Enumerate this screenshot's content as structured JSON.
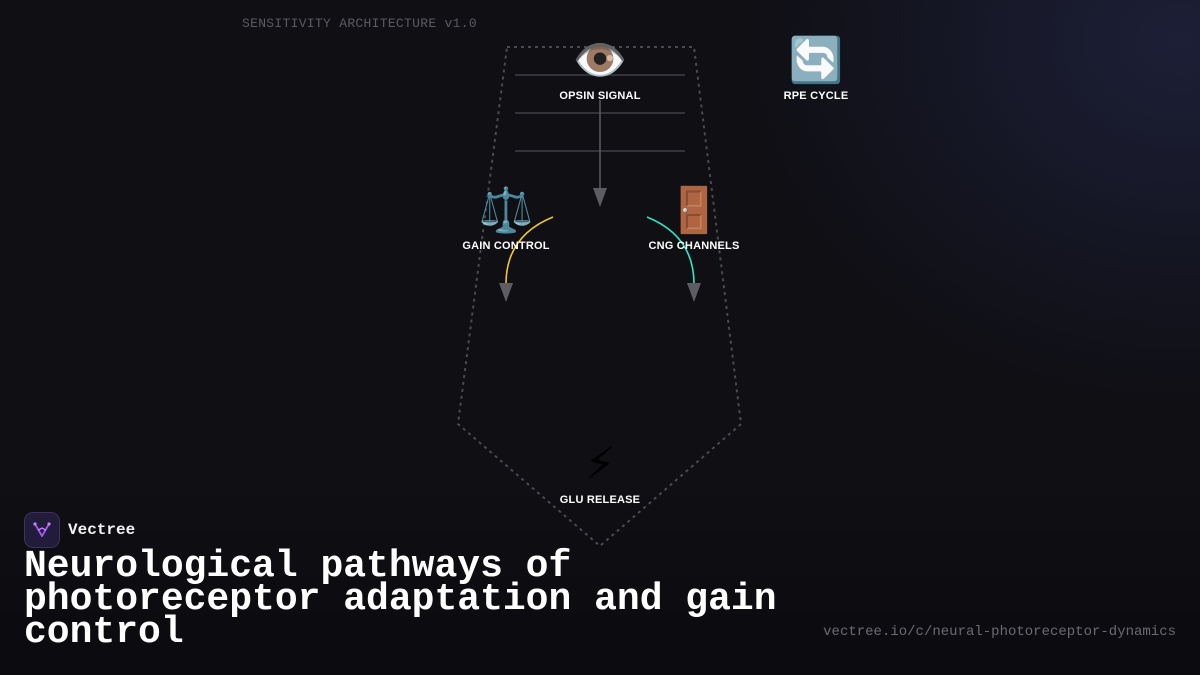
{
  "header": {
    "caption": "SENSITIVITY ARCHITECTURE v1.0"
  },
  "diagram": {
    "nodes": [
      {
        "id": "opsin",
        "icon": "👁️",
        "icon_name": "eye-icon",
        "label": "OPSIN SIGNAL"
      },
      {
        "id": "rpe",
        "icon": "🔄",
        "icon_name": "cycle-arrows-icon",
        "label": "RPE CYCLE"
      },
      {
        "id": "gain",
        "icon": "⚖️",
        "icon_name": "balance-scale-icon",
        "label": "GAIN CONTROL"
      },
      {
        "id": "cng",
        "icon": "🚪",
        "icon_name": "door-icon",
        "label": "CNG CHANNELS"
      },
      {
        "id": "glu",
        "icon": "⚡",
        "icon_name": "lightning-icon",
        "label": "GLU RELEASE"
      }
    ],
    "colors": {
      "outline": "#4a4a52",
      "arrow": "#5c5c62",
      "gain_curve": "#f2c531",
      "cng_curve": "#2ee6c4"
    }
  },
  "brand": {
    "name": "Vectree",
    "logo_color": "#a855f7"
  },
  "title": "Neurological pathways of photoreceptor adaptation and gain control",
  "source_url": "vectree.io/c/neural-photoreceptor-dynamics"
}
